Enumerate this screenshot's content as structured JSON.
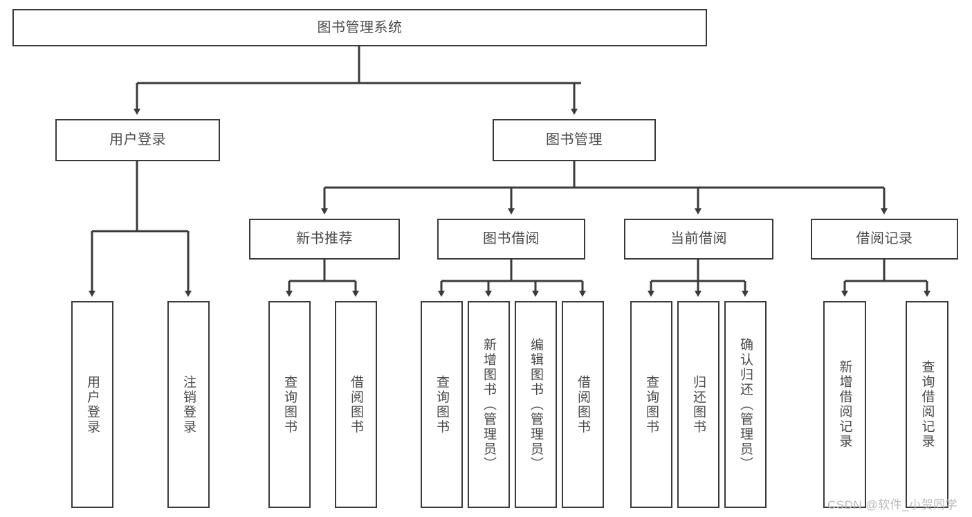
{
  "diagram": {
    "title": "图书管理系统",
    "type": "tree-hierarchy",
    "colors": {
      "box_border": "#3a3a3a",
      "box_fill": "#ffffff",
      "connector": "#3a3a3a",
      "text": "#4a4a4a",
      "watermark": "#b9b9b9",
      "background": "#ffffff"
    },
    "root": {
      "id": "root",
      "label": "图书管理系统"
    },
    "level2": [
      {
        "id": "user-login",
        "label": "用户登录"
      },
      {
        "id": "book-manage",
        "label": "图书管理"
      }
    ],
    "level3": [
      {
        "id": "new-book-rec",
        "label": "新书推荐",
        "parent": "book-manage"
      },
      {
        "id": "book-borrow",
        "label": "图书借阅",
        "parent": "book-manage"
      },
      {
        "id": "current-borrow",
        "label": "当前借阅",
        "parent": "book-manage"
      },
      {
        "id": "borrow-record",
        "label": "借阅记录",
        "parent": "book-manage"
      }
    ],
    "leaves": [
      {
        "id": "leaf-user-login",
        "label": "用户登录",
        "parent": "user-login"
      },
      {
        "id": "leaf-logout",
        "label": "注销登录",
        "parent": "user-login"
      },
      {
        "id": "leaf-query-book-1",
        "label": "查询图书",
        "parent": "new-book-rec"
      },
      {
        "id": "leaf-borrow-book-1",
        "label": "借阅图书",
        "parent": "new-book-rec"
      },
      {
        "id": "leaf-query-book-2",
        "label": "查询图书",
        "parent": "book-borrow"
      },
      {
        "id": "leaf-add-book",
        "label": "新增图书（管理员）",
        "parent": "book-borrow"
      },
      {
        "id": "leaf-edit-book",
        "label": "编辑图书（管理员）",
        "parent": "book-borrow"
      },
      {
        "id": "leaf-borrow-book-2",
        "label": "借阅图书",
        "parent": "book-borrow"
      },
      {
        "id": "leaf-query-book-3",
        "label": "查询图书",
        "parent": "current-borrow"
      },
      {
        "id": "leaf-return-book",
        "label": "归还图书",
        "parent": "current-borrow"
      },
      {
        "id": "leaf-confirm-return",
        "label": "确认归还（管理员）",
        "parent": "current-borrow"
      },
      {
        "id": "leaf-add-record",
        "label": "新增借阅记录",
        "parent": "borrow-record"
      },
      {
        "id": "leaf-query-record",
        "label": "查询借阅记录",
        "parent": "borrow-record"
      }
    ],
    "watermark": "CSDN @软件_小贺同学"
  }
}
